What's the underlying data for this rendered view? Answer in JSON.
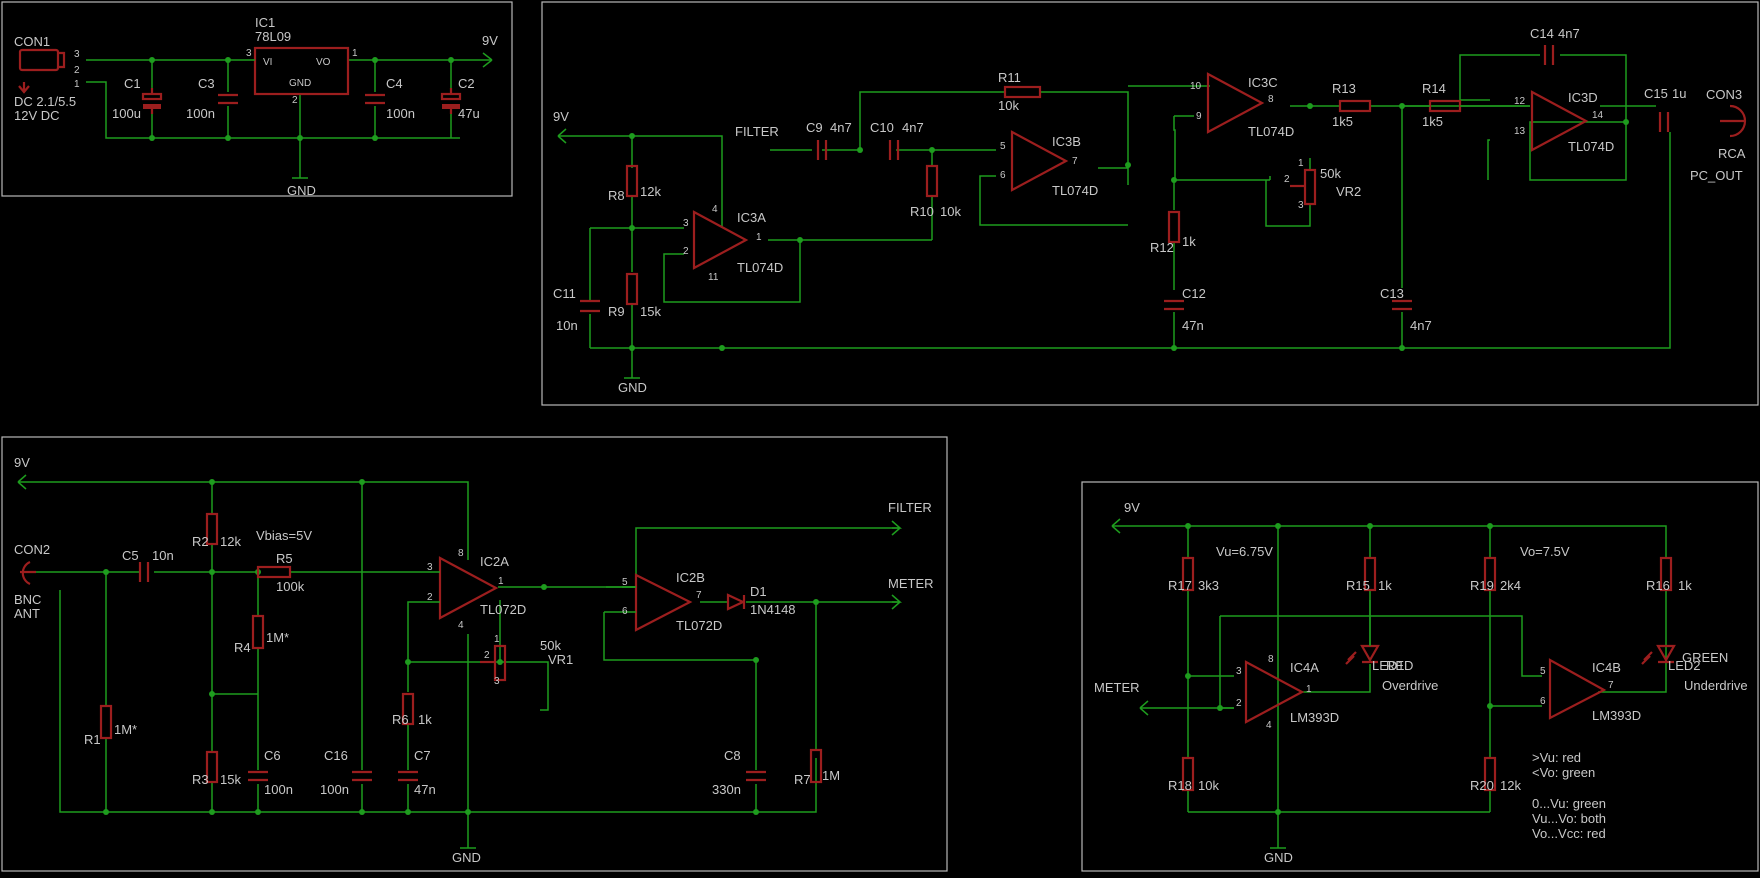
{
  "power": {
    "con1": "CON1",
    "con1_p3": "3",
    "con1_p2": "2",
    "con1_p1": "1",
    "con1_v1": "DC 2.1/5.5",
    "con1_v2": "12V DC",
    "c1": "C1",
    "c1_v": "100u",
    "c3": "C3",
    "c3_v": "100n",
    "ic1": "IC1",
    "ic1_v": "78L09",
    "vi": "VI",
    "vo": "VO",
    "gnd_pin": "GND",
    "p3": "3",
    "p1": "1",
    "p2": "2",
    "c4": "C4",
    "c4_v": "100n",
    "c2": "C2",
    "c2_v": "47u",
    "out": "9V",
    "gnd": "GND"
  },
  "filter": {
    "v9": "9V",
    "gnd": "GND",
    "filter": "FILTER",
    "c9": "C9",
    "c9_v": "4n7",
    "c10": "C10",
    "c10_v": "4n7",
    "r8": "R8",
    "r8_v": "12k",
    "r9": "R9",
    "r9_v": "15k",
    "c11": "C11",
    "c11_v": "10n",
    "ic3a": "IC3A",
    "ic3a_v": "TL074D",
    "a3": "3",
    "a2": "2",
    "a1": "1",
    "a4": "4",
    "a11": "11",
    "r10": "R10",
    "r10_v": "10k",
    "r11": "R11",
    "r11_v": "10k",
    "ic3b": "IC3B",
    "ic3b_v": "TL074D",
    "b5": "5",
    "b6": "6",
    "b7": "7",
    "ic3c": "IC3C",
    "ic3c_v": "TL074D",
    "c10p": "10",
    "c9p": "9",
    "c8p": "8",
    "r12": "R12",
    "r12_v": "1k",
    "c12": "C12",
    "c12_v": "47n",
    "vr2": "VR2",
    "vr2_v": "50k",
    "v1": "1",
    "v2": "2",
    "v3": "3",
    "r13": "R13",
    "r13_v": "1k5",
    "r14": "R14",
    "r14_v": "1k5",
    "c13": "C13",
    "c13_v": "4n7",
    "c14": "C14",
    "c14_v": "4n7",
    "ic3d": "IC3D",
    "ic3d_v": "TL074D",
    "d12": "12",
    "d13": "13",
    "d14": "14",
    "c15": "C15",
    "c15_v": "1u",
    "con3": "CON3",
    "rca": "RCA",
    "pc_out": "PC_OUT"
  },
  "input": {
    "v9": "9V",
    "con2": "CON2",
    "bnc": "BNC",
    "ant": "ANT",
    "c5": "C5",
    "c5_v": "10n",
    "r1": "R1",
    "r1_v": "1M*",
    "r2": "R2",
    "r2_v": "12k",
    "vbias": "Vbias=5V",
    "r5": "R5",
    "r5_v": "100k",
    "r4": "R4",
    "r4_v": "1M*",
    "r3": "R3",
    "r3_v": "15k",
    "c6": "C6",
    "c6_v": "100n",
    "c16": "C16",
    "c16_v": "100n",
    "ic2a": "IC2A",
    "ic2a_v": "TL072D",
    "a3": "3",
    "a2": "2",
    "a1": "1",
    "a8": "8",
    "a4": "4",
    "r6": "R6",
    "r6_v": "1k",
    "c7": "C7",
    "c7_v": "47n",
    "vr1": "VR1",
    "vr1_v": "50k",
    "v1": "1",
    "v2": "2",
    "v3": "3",
    "ic2b": "IC2B",
    "ic2b_v": "TL072D",
    "b5": "5",
    "b6": "6",
    "b7": "7",
    "d1": "D1",
    "d1_v": "1N4148",
    "c8": "C8",
    "c8_v": "330n",
    "r7": "R7",
    "r7_v": "1M",
    "filter": "FILTER",
    "meter": "METER",
    "gnd": "GND"
  },
  "meter": {
    "v9": "9V",
    "meter": "METER",
    "gnd": "GND",
    "r17": "R17",
    "r17_v": "3k3",
    "r18": "R18",
    "r18_v": "10k",
    "vu": "Vu=6.75V",
    "r15": "R15",
    "r15_v": "1k",
    "led1": "LED1",
    "led1_v": "RED",
    "overdrive": "Overdrive",
    "ic4a": "IC4A",
    "ic4a_v": "LM393D",
    "a3": "3",
    "a2": "2",
    "a1": "1",
    "a8": "8",
    "a4": "4",
    "r19": "R19",
    "r19_v": "2k4",
    "r20": "R20",
    "r20_v": "12k",
    "vo": "Vo=7.5V",
    "r16": "R16",
    "r16_v": "1k",
    "led2": "LED2",
    "led2_v": "GREEN",
    "underdrive": "Underdrive",
    "ic4b": "IC4B",
    "ic4b_v": "LM393D",
    "b5": "5",
    "b6": "6",
    "b7": "7",
    "n1": ">Vu: red",
    "n2": "<Vo: green",
    "n3": "0...Vu: green",
    "n4": "Vu...Vo: both",
    "n5": "Vo...Vcc: red"
  }
}
